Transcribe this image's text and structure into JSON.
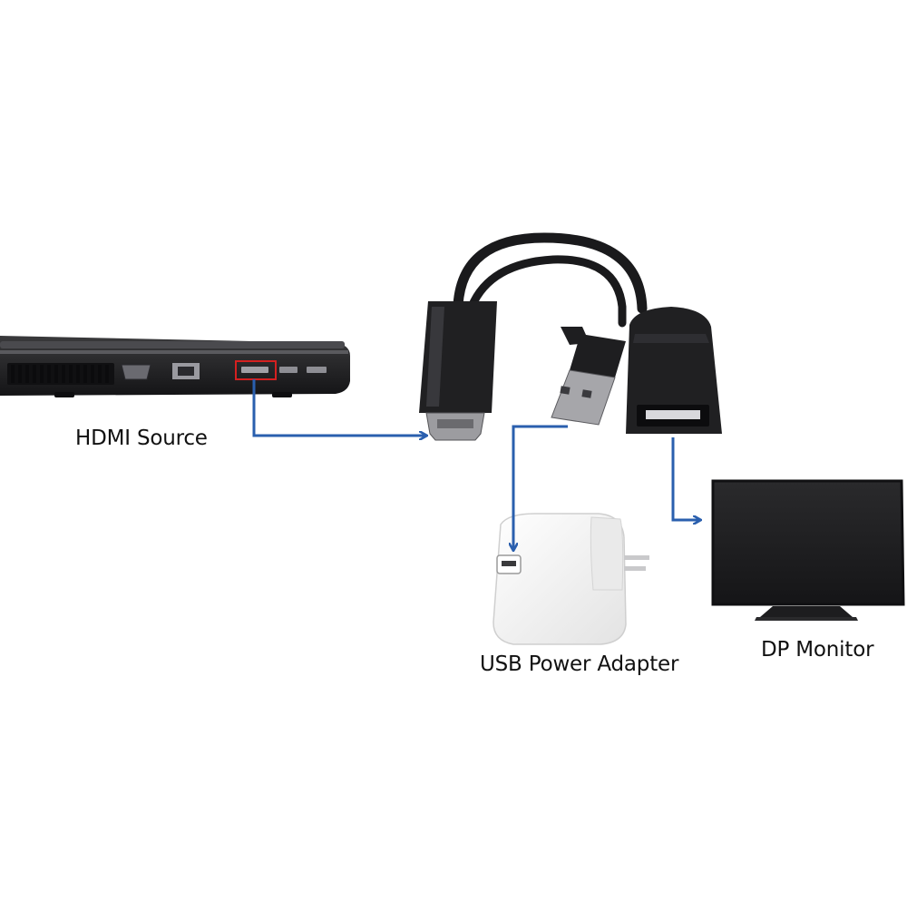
{
  "labels": {
    "hdmi_source": "HDMI Source",
    "usb_power_adapter": "USB Power Adapter",
    "dp_monitor": "DP Monitor"
  },
  "colors": {
    "arrow": "#2a5fae",
    "device_dark": "#1f1f21",
    "highlight_port": "#d42020",
    "adapter_white": "#f4f4f4"
  },
  "icons": [
    "laptop-side-icon",
    "hdmi-to-displayport-cable-icon",
    "usb-power-adapter-icon",
    "monitor-icon"
  ]
}
